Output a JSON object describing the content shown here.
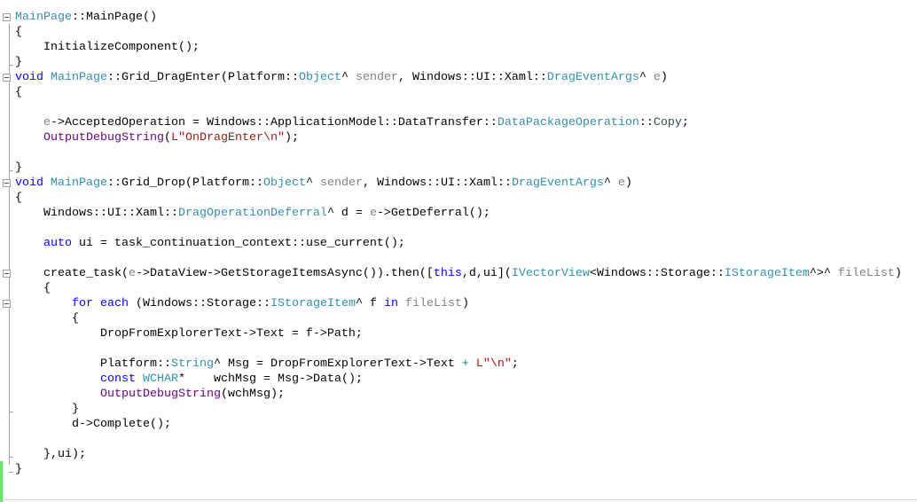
{
  "editor": {
    "lines": [
      [
        [
          "MainPage",
          "ty"
        ],
        [
          "::MainPage()",
          "t"
        ]
      ],
      [
        [
          "{",
          "t"
        ]
      ],
      [
        [
          "    InitializeComponent();",
          "t"
        ]
      ],
      [
        [
          "}",
          "t"
        ]
      ],
      [
        [
          "void",
          "k"
        ],
        [
          " ",
          "t"
        ],
        [
          "MainPage",
          "ty"
        ],
        [
          "::Grid_DragEnter(Platform::",
          "t"
        ],
        [
          "Object",
          "ty"
        ],
        [
          "^ ",
          "t"
        ],
        [
          "sender",
          "p"
        ],
        [
          ", Windows::UI::Xaml::",
          "t"
        ],
        [
          "DragEventArgs",
          "ty"
        ],
        [
          "^ ",
          "t"
        ],
        [
          "e",
          "p"
        ],
        [
          ")",
          "t"
        ]
      ],
      [
        [
          "{",
          "t"
        ]
      ],
      [
        [
          "",
          "t"
        ]
      ],
      [
        [
          "    ",
          "t"
        ],
        [
          "e",
          "p"
        ],
        [
          "->AcceptedOperation = Windows::ApplicationModel::DataTransfer::",
          "t"
        ],
        [
          "DataPackageOperation",
          "ty"
        ],
        [
          "::",
          "t"
        ],
        [
          "Copy",
          "e"
        ],
        [
          ";",
          "t"
        ]
      ],
      [
        [
          "    ",
          "t"
        ],
        [
          "OutputDebugString",
          "m"
        ],
        [
          "(",
          "t"
        ],
        [
          "L\"OnDragEnter\\n\"",
          "s"
        ],
        [
          ");",
          "t"
        ]
      ],
      [
        [
          "",
          "t"
        ]
      ],
      [
        [
          "}",
          "t"
        ]
      ],
      [
        [
          "void",
          "k"
        ],
        [
          " ",
          "t"
        ],
        [
          "MainPage",
          "ty"
        ],
        [
          "::Grid_Drop(Platform::",
          "t"
        ],
        [
          "Object",
          "ty"
        ],
        [
          "^ ",
          "t"
        ],
        [
          "sender",
          "p"
        ],
        [
          ", Windows::UI::Xaml::",
          "t"
        ],
        [
          "DragEventArgs",
          "ty"
        ],
        [
          "^ ",
          "t"
        ],
        [
          "e",
          "p"
        ],
        [
          ")",
          "t"
        ]
      ],
      [
        [
          "{",
          "t"
        ]
      ],
      [
        [
          "    Windows::UI::Xaml::",
          "t"
        ],
        [
          "DragOperationDeferral",
          "ty"
        ],
        [
          "^ d = ",
          "t"
        ],
        [
          "e",
          "p"
        ],
        [
          "->GetDeferral();",
          "t"
        ]
      ],
      [
        [
          "",
          "t"
        ]
      ],
      [
        [
          "    ",
          "t"
        ],
        [
          "auto",
          "k"
        ],
        [
          " ui = task_continuation_context::use_current();",
          "t"
        ]
      ],
      [
        [
          "",
          "t"
        ]
      ],
      [
        [
          "    create_task(",
          "t"
        ],
        [
          "e",
          "p"
        ],
        [
          "->DataView->GetStorageItemsAsync()).then([",
          "t"
        ],
        [
          "this",
          "k"
        ],
        [
          ",d,ui](",
          "t"
        ],
        [
          "IVectorView",
          "ty"
        ],
        [
          "<Windows::Storage::",
          "t"
        ],
        [
          "IStorageItem",
          "ty"
        ],
        [
          "^>^ ",
          "t"
        ],
        [
          "fileList",
          "p"
        ],
        [
          ")",
          "t"
        ]
      ],
      [
        [
          "    {",
          "t"
        ]
      ],
      [
        [
          "        ",
          "t"
        ],
        [
          "for",
          "k"
        ],
        [
          " ",
          "t"
        ],
        [
          "each",
          "k"
        ],
        [
          " (Windows::Storage::",
          "t"
        ],
        [
          "IStorageItem",
          "ty"
        ],
        [
          "^ f ",
          "t"
        ],
        [
          "in",
          "k"
        ],
        [
          " ",
          "t"
        ],
        [
          "fileList",
          "p"
        ],
        [
          ")",
          "t"
        ]
      ],
      [
        [
          "        {",
          "t"
        ]
      ],
      [
        [
          "            DropFromExplorerText->Text = f->Path;",
          "t"
        ]
      ],
      [
        [
          "",
          "t"
        ]
      ],
      [
        [
          "            Platform::",
          "t"
        ],
        [
          "String",
          "ty"
        ],
        [
          "^ Msg = DropFromExplorerText->Text ",
          "t"
        ],
        [
          "+",
          "o"
        ],
        [
          " ",
          "t"
        ],
        [
          "L\"\\n\"",
          "s"
        ],
        [
          ";",
          "t"
        ]
      ],
      [
        [
          "            ",
          "t"
        ],
        [
          "const",
          "k"
        ],
        [
          " ",
          "t"
        ],
        [
          "WCHAR",
          "ty"
        ],
        [
          "*    wchMsg = Msg->Data();",
          "t"
        ]
      ],
      [
        [
          "            ",
          "t"
        ],
        [
          "OutputDebugString",
          "m"
        ],
        [
          "(wchMsg);",
          "t"
        ]
      ],
      [
        [
          "        }",
          "t"
        ]
      ],
      [
        [
          "        d->Complete();",
          "t"
        ]
      ],
      [
        [
          "",
          "t"
        ]
      ],
      [
        [
          "    },ui);",
          "t"
        ]
      ],
      [
        [
          "}",
          "t"
        ]
      ]
    ],
    "fold_lines": [
      1,
      5,
      12,
      18,
      20
    ],
    "colors": {
      "keyword": "#0000ff",
      "type": "#2b91af",
      "parameter": "#808080",
      "string": "#a31515",
      "macro": "#6f008a",
      "operator": "#008080",
      "enum": "#2f4f4f"
    }
  }
}
